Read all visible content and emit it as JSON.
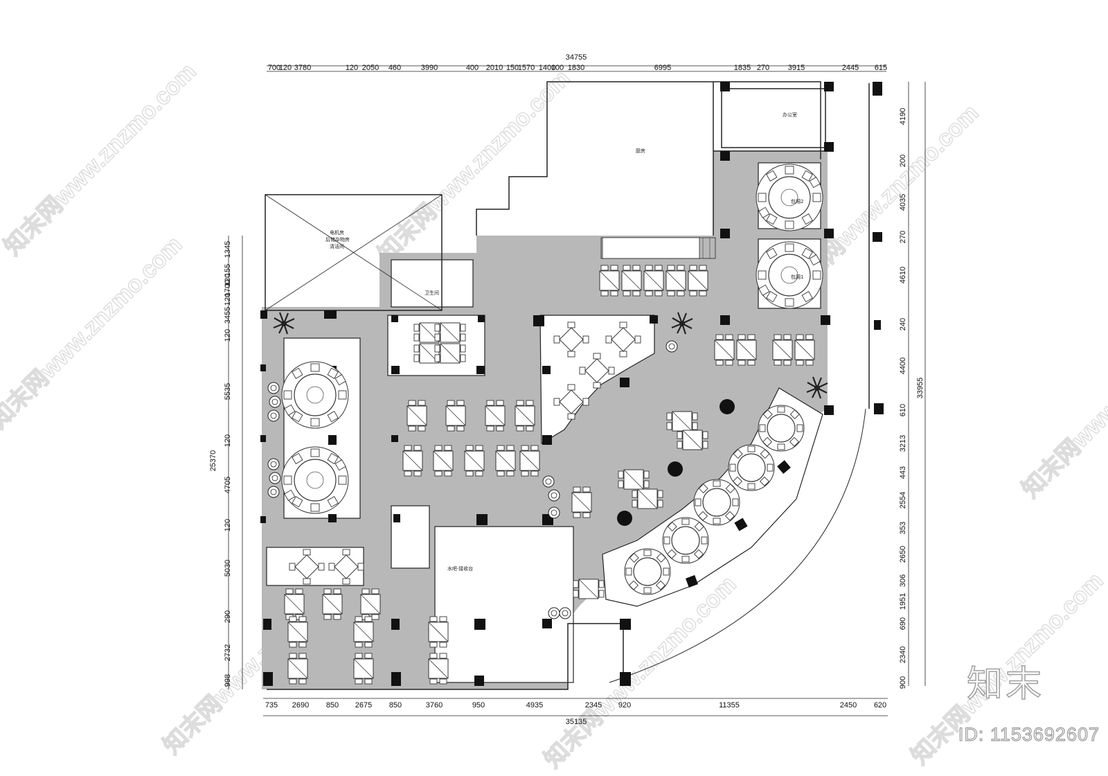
{
  "dims_top": {
    "total": "34755",
    "segments": [
      "700",
      "120",
      "3780",
      "120",
      "2050",
      "460",
      "3990",
      "400",
      "2010",
      "150",
      "1570",
      "1400",
      "100",
      "1830",
      "6995",
      "1835",
      "270",
      "3915",
      "2445",
      "615"
    ]
  },
  "dims_bottom": {
    "total": "35135",
    "segments": [
      "735",
      "2690",
      "850",
      "2675",
      "850",
      "3760",
      "950",
      "4935",
      "2345",
      "920",
      "11355",
      "2450",
      "620"
    ]
  },
  "dims_left": {
    "total": "25370",
    "segments": [
      "1345",
      "155",
      "120",
      "1700",
      "120",
      "3455",
      "120",
      "5535",
      "120",
      "4705",
      "120",
      "5030",
      "290",
      "2732",
      "998"
    ]
  },
  "dims_right": {
    "total": "33955",
    "segments": [
      "4190",
      "200",
      "4035",
      "270",
      "4610",
      "240",
      "4400",
      "610",
      "3213",
      "443",
      "2554",
      "353",
      "2650",
      "306",
      "1951",
      "690",
      "2340",
      "900"
    ]
  },
  "rooms": {
    "kitchen": "厨房",
    "office": "办公室",
    "mech": [
      "电机房",
      "后储杂物房",
      "清洁间"
    ],
    "toilet": "卫生间",
    "private_room_2": "包厢2",
    "private_room_1": "包厢1",
    "bar": "水吧·接收台"
  },
  "watermark": "知末网www.znzmo.com",
  "brand": "知末",
  "image_id": "ID: 1153692607",
  "colors": {
    "floor": "#b8b8b8",
    "wall": "#111111",
    "white": "#ffffff"
  }
}
